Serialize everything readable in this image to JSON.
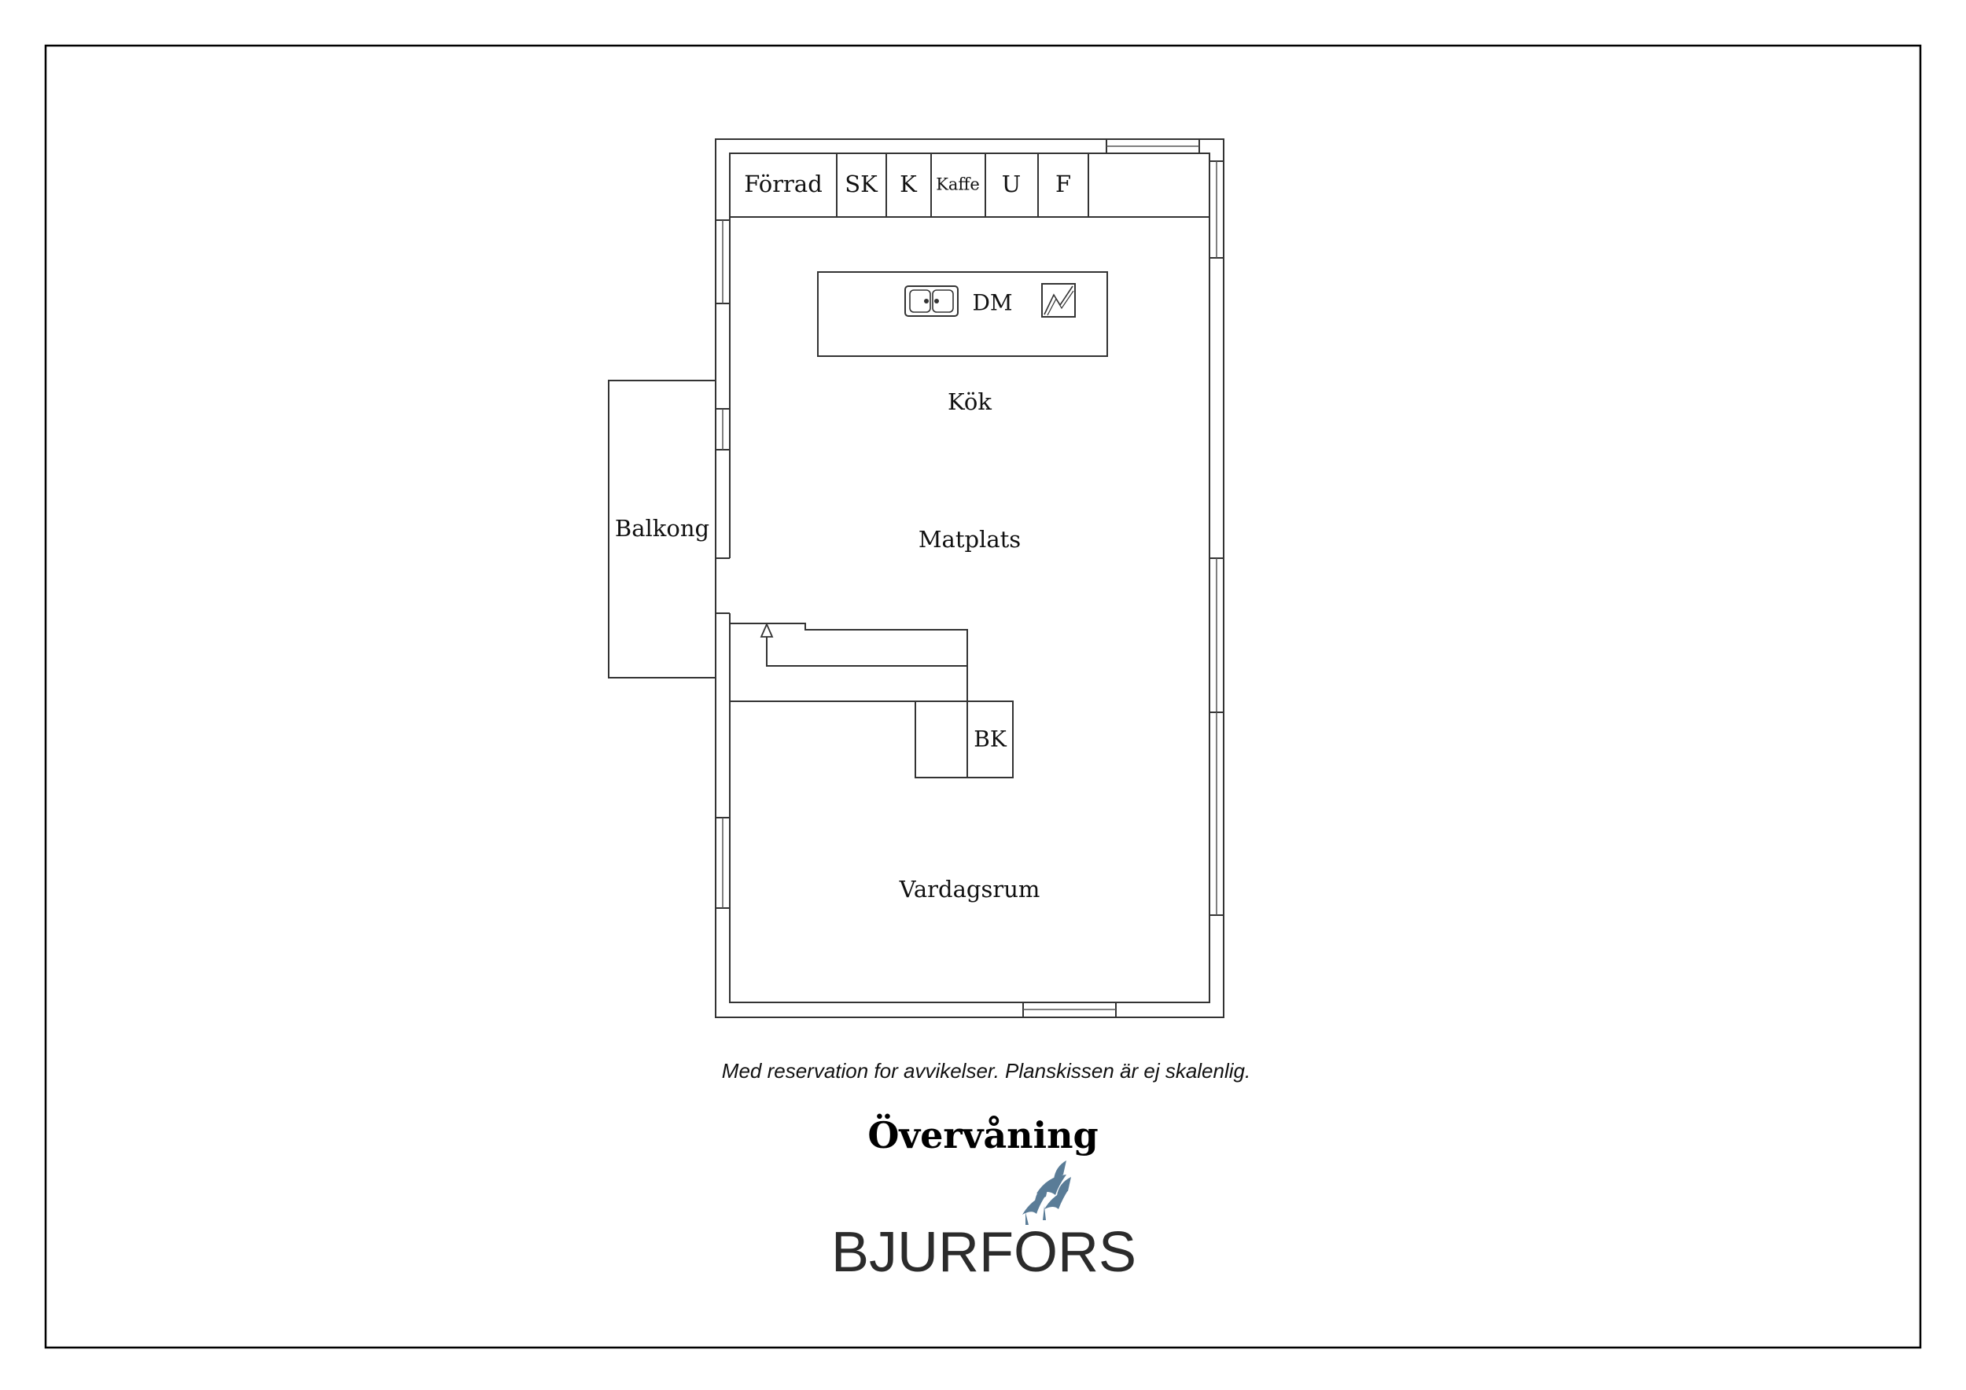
{
  "rooms": {
    "forrad": "Förrad",
    "sk": "SK",
    "k": "K",
    "kaffe": "Kaffe",
    "u": "U",
    "f": "F",
    "dm": "DM",
    "kok": "Kök",
    "matplats": "Matplats",
    "balkong": "Balkong",
    "bk": "BK",
    "vardagsrum": "Vardagsrum"
  },
  "disclaimer": "Med reservation for avvikelser. Planskissen är ej skalenlig.",
  "floor_name": "Övervåning",
  "logo": {
    "name": "BJURFORS",
    "icon": "flying-birds-icon",
    "bird_color": "#5a7c97"
  }
}
